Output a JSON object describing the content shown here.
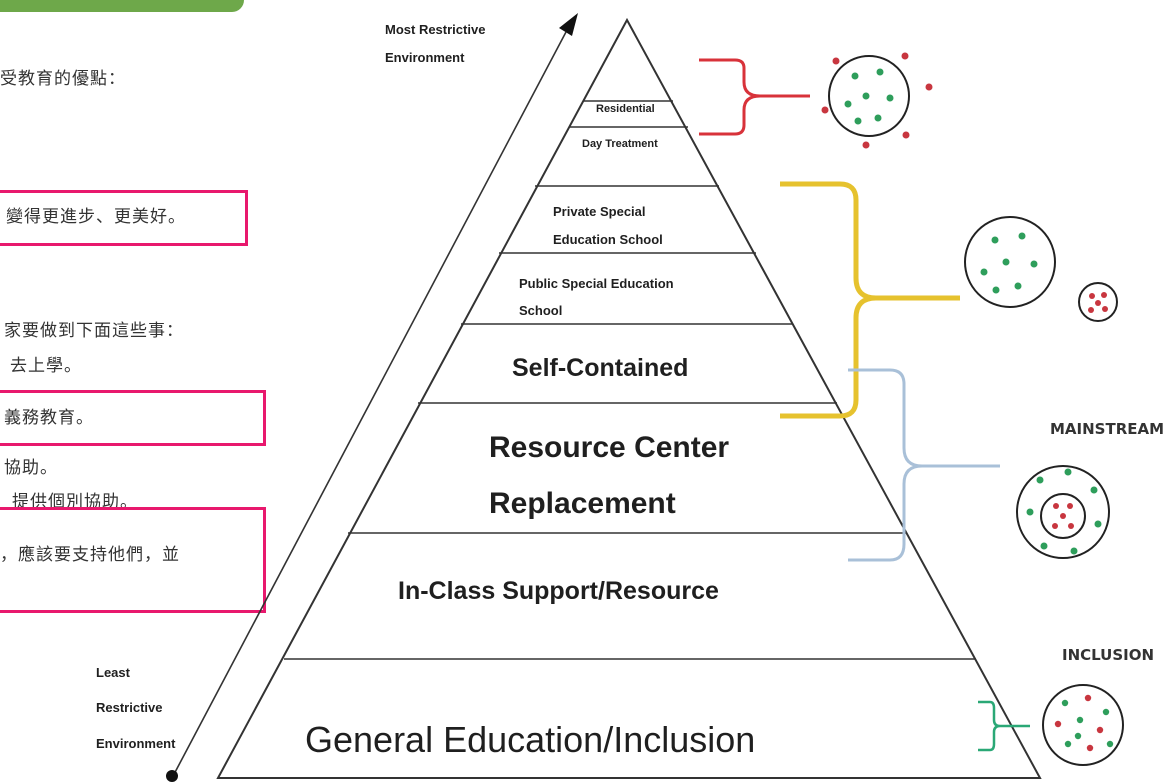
{
  "left_panel": {
    "lines": [
      "受教育的優點：",
      "變得更進步、更美好。",
      "家要做到下面這些事：",
      "去上學。",
      "義務教育。",
      "協助。",
      "提供個別協助。",
      "，應該要支持他們，並"
    ]
  },
  "pyramid": {
    "top_label": "Most Restrictive\nEnvironment",
    "top_label_line1": "Most Restrictive",
    "top_label_line2": "Environment",
    "bottom_label_line1": "Least",
    "bottom_label_line2": "Restrictive",
    "bottom_label_line3": "Environment",
    "levels": {
      "residential": "Residential",
      "day_treatment": "Day Treatment",
      "private_special_1": "Private Special",
      "private_special_2": "Education School",
      "public_special_1": "Public Special Education",
      "public_special_2": "School",
      "self_contained": "Self-Contained",
      "resource_center_1": "Resource Center",
      "resource_center_2": "Replacement",
      "in_class": "In-Class Support/Resource",
      "general": "General Education/Inclusion"
    }
  },
  "right_side": {
    "mainstream": "MAINSTREAM",
    "inclusion": "INCLUSION"
  },
  "colors": {
    "bracket_red": "#d8323a",
    "bracket_yellow": "#e6c22e",
    "bracket_blue": "#a9c0d8",
    "bracket_green": "#2aa876",
    "dot_green": "#2e9e5b",
    "dot_red": "#c8363f",
    "highlight_pink": "#e8186d",
    "accent_green": "#6ea84a"
  }
}
